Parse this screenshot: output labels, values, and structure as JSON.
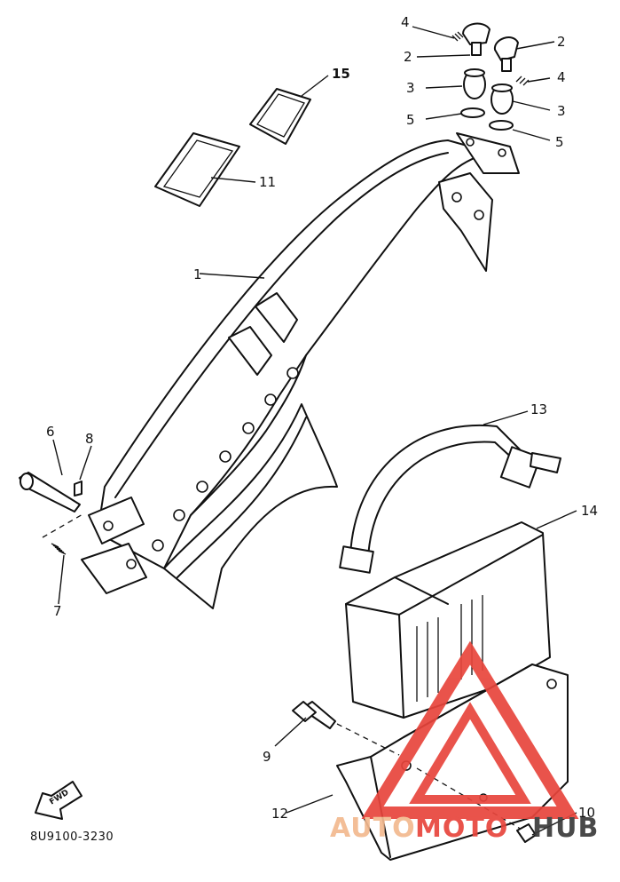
{
  "diagram": {
    "part_code": "8U9100-3230",
    "direction_marker": "FWD",
    "callouts": [
      {
        "id": "callout-1",
        "text": "1"
      },
      {
        "id": "callout-2a",
        "text": "2"
      },
      {
        "id": "callout-2b",
        "text": "2"
      },
      {
        "id": "callout-3a",
        "text": "3"
      },
      {
        "id": "callout-3b",
        "text": "3"
      },
      {
        "id": "callout-4a",
        "text": "4"
      },
      {
        "id": "callout-4b",
        "text": "4"
      },
      {
        "id": "callout-5a",
        "text": "5"
      },
      {
        "id": "callout-5b",
        "text": "5"
      },
      {
        "id": "callout-6",
        "text": "6"
      },
      {
        "id": "callout-7",
        "text": "7"
      },
      {
        "id": "callout-8",
        "text": "8"
      },
      {
        "id": "callout-9",
        "text": "9"
      },
      {
        "id": "callout-10",
        "text": "10"
      },
      {
        "id": "callout-11",
        "text": "11"
      },
      {
        "id": "callout-12",
        "text": "12"
      },
      {
        "id": "callout-13",
        "text": "13"
      },
      {
        "id": "callout-14",
        "text": "14"
      },
      {
        "id": "callout-15",
        "text": "15"
      }
    ]
  },
  "watermark": {
    "part1": "AUTO",
    "part2": "MOTO",
    "part3": "HUB",
    "color_primary": "#e8453c",
    "color_secondary": "#f3b98f",
    "color_dark": "#3a3a3a"
  }
}
